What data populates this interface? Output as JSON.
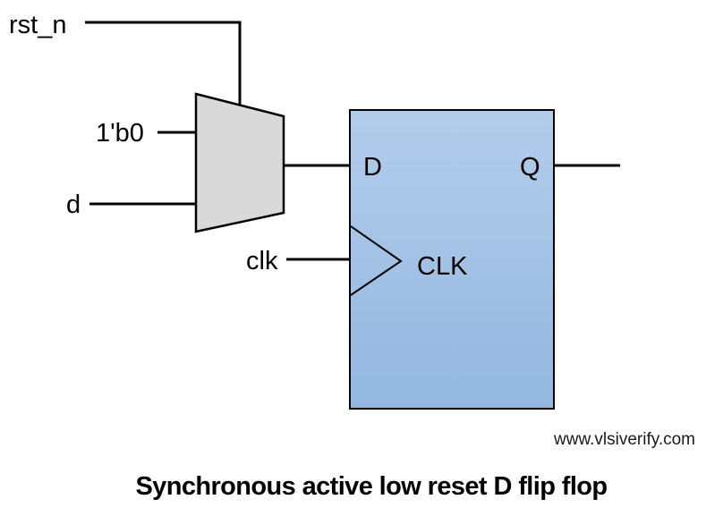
{
  "diagram": {
    "title": "Synchronous active low reset D flip flop",
    "watermark": "www.vlsiverify.com",
    "signals": {
      "reset": "rst_n",
      "const_zero": "1'b0",
      "data_in": "d",
      "clock": "clk"
    },
    "flipflop": {
      "d_port": "D",
      "q_port": "Q",
      "clk_port": "CLK"
    },
    "colors": {
      "mux_fill": "#d9d9d9",
      "ff_fill_top": "#b3cdeb",
      "ff_fill_bottom": "#93b7e0",
      "stroke": "#000000"
    }
  }
}
